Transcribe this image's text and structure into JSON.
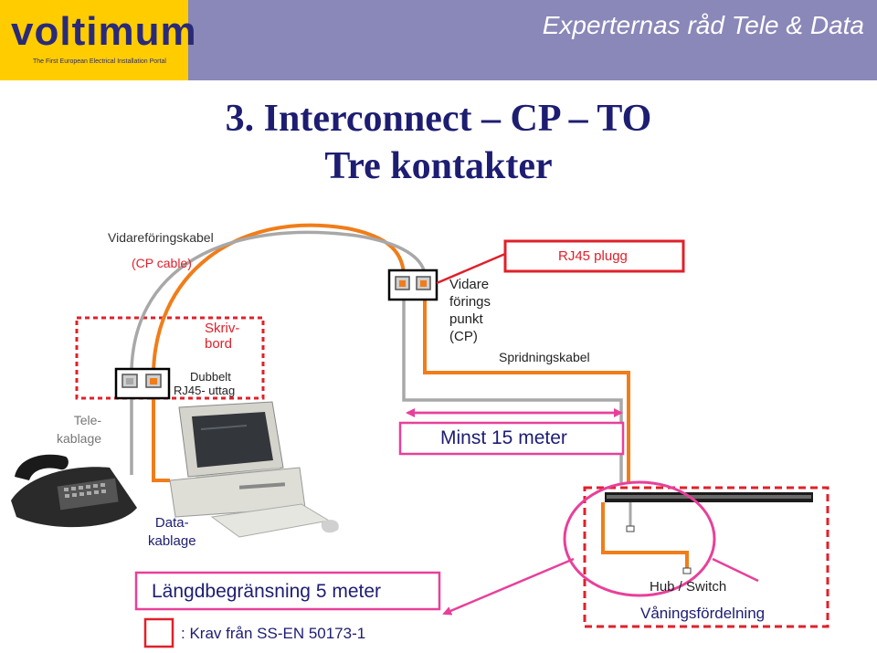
{
  "header": {
    "logo_text": "voltimum",
    "logo_tagline": "The First European Electrical Installation Portal",
    "title": "Experternas råd Tele & Data"
  },
  "slide": {
    "title_line1": "3. Interconnect – CP – TO",
    "title_line2": "Tre kontakter"
  },
  "labels": {
    "vidareforingskabel": "Vidareföringskabel",
    "cp_cable": "(CP cable)",
    "skrivbord_1": "Skriv-",
    "skrivbord_2": "bord",
    "dubbelt_1": "Dubbelt",
    "dubbelt_2": "RJ45- uttag",
    "tele_1": "Tele-",
    "tele_2": "kablage",
    "vidare_1": "Vidare",
    "vidare_2": "förings",
    "vidare_3": "punkt",
    "vidare_4": "(CP)",
    "rj45_plugg": "RJ45 plugg",
    "spridningskabel": "Spridningskabel",
    "minst": "Minst 15 meter",
    "data_1": "Data-",
    "data_2": "kablage",
    "langd": "Längdbegränsning 5 meter",
    "krav": ": Krav från SS-EN 50173-1",
    "hub": "Hub / Switch",
    "vaning": "Våningsfördelning"
  },
  "colors": {
    "header_bg": "#8a87b9",
    "logo_bg": "#ffcc00",
    "title": "#1d1d72",
    "cable_orange": "#f07d1a",
    "cable_gray": "#a8a8a8",
    "red_box": "#e0202a",
    "magenta": "#e8409a"
  }
}
